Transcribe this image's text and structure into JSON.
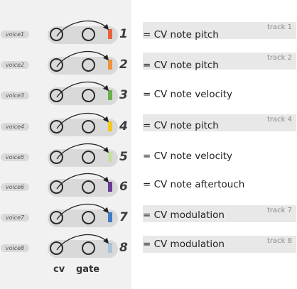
{
  "rows": [
    {
      "voice": "voice1",
      "number": "1",
      "led_color": "#e8613a",
      "description": "= CV note pitch",
      "track": "track 1"
    },
    {
      "voice": "voice2",
      "number": "2",
      "led_color": "#f0923a",
      "description": "= CV note pitch",
      "track": "track 2"
    },
    {
      "voice": "voice3",
      "number": "3",
      "led_color": "#6ab04c",
      "description": "= CV note velocity",
      "track": ""
    },
    {
      "voice": "voice4",
      "number": "4",
      "led_color": "#f2c81c",
      "description": "= CV note pitch",
      "track": "track 4"
    },
    {
      "voice": "voice5",
      "number": "5",
      "led_color": "#c6dfa0",
      "description": "= CV note velocity",
      "track": ""
    },
    {
      "voice": "voice6",
      "number": "6",
      "led_color": "#6a3c94",
      "description": "= CV note aftertouch",
      "track": ""
    },
    {
      "voice": "voice7",
      "number": "7",
      "led_color": "#3f7cc4",
      "description": "= CV modulation",
      "track": "track 7"
    },
    {
      "voice": "voice8",
      "number": "8",
      "led_color": "#a9c2d6",
      "description": "= CV modulation",
      "track": "track 8"
    }
  ],
  "footer": {
    "cv_label": "cv",
    "gate_label": "gate"
  }
}
